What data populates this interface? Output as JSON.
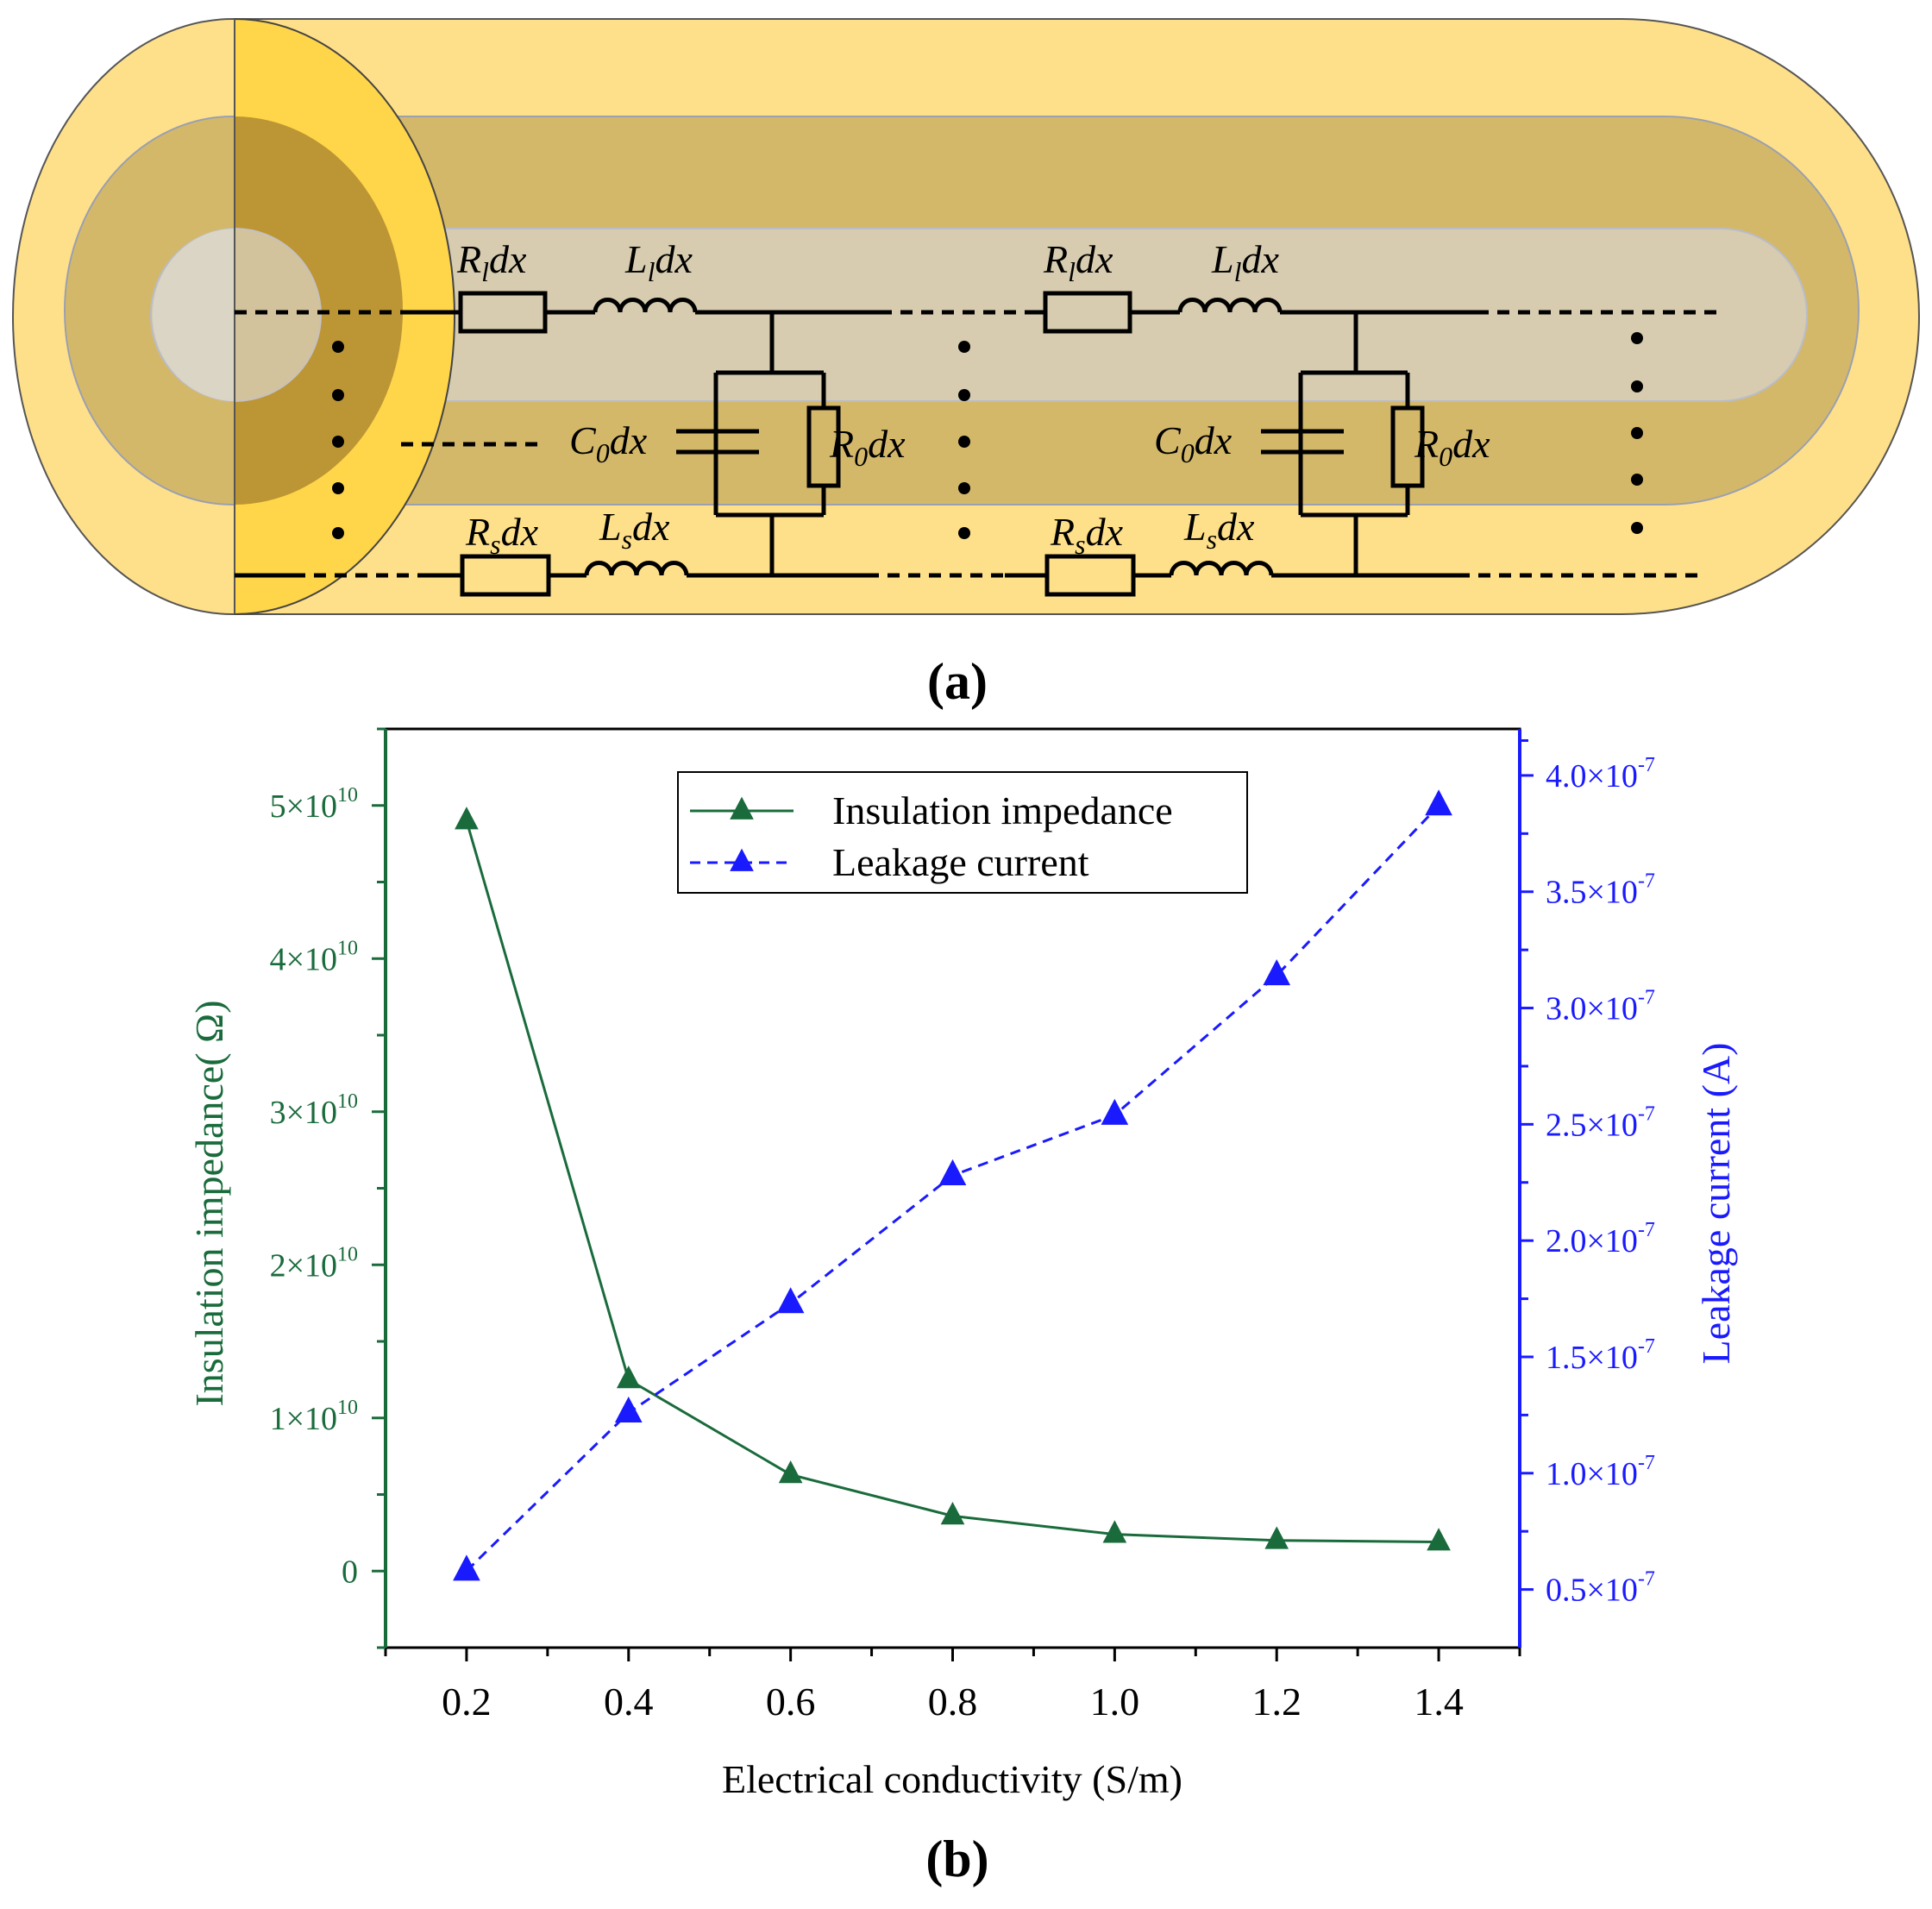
{
  "panel_a": {
    "label": "(a)",
    "components": {
      "r_l": {
        "base": "R",
        "sub": "l",
        "suffix": "dx"
      },
      "l_l": {
        "base": "L",
        "sub": "l",
        "suffix": "dx"
      },
      "c_0": {
        "base": "C",
        "sub": "0",
        "suffix": "dx"
      },
      "r_0": {
        "base": "R",
        "sub": "0",
        "suffix": "dx"
      },
      "r_s": {
        "base": "R",
        "sub": "s",
        "suffix": "dx"
      },
      "l_s": {
        "base": "L",
        "sub": "s",
        "suffix": "dx"
      }
    },
    "colors": {
      "outer_sheath": "#ffe08a",
      "insulation": "#d4b86a",
      "conductor": "#d7ccb0",
      "cut_face": "#ffd54a",
      "cut_face_mid": "#b08a30",
      "wire": "#000000"
    }
  },
  "panel_b": {
    "label": "(b)",
    "chart_data": {
      "type": "line",
      "xlabel": "Electrical conductivity (S/m)",
      "x": [
        0.2,
        0.4,
        0.6,
        0.8,
        1.0,
        1.2,
        1.4
      ],
      "xlim": [
        0.1,
        1.5
      ],
      "xticks": [
        0.2,
        0.4,
        0.6,
        0.8,
        1.0,
        1.2,
        1.4
      ],
      "xtick_labels": [
        "0.2",
        "0.4",
        "0.6",
        "0.8",
        "1.0",
        "1.2",
        "1.4"
      ],
      "left_axis": {
        "label": "Insulation impedance( Ω)",
        "color": "#1a6b3c",
        "ylim": [
          -5000000000,
          55000000000
        ],
        "ticks": [
          0,
          10000000000,
          20000000000,
          30000000000,
          40000000000,
          50000000000
        ],
        "tick_labels": [
          {
            "mant": "0",
            "exp": ""
          },
          {
            "mant": "1×10",
            "exp": "10"
          },
          {
            "mant": "2×10",
            "exp": "10"
          },
          {
            "mant": "3×10",
            "exp": "10"
          },
          {
            "mant": "4×10",
            "exp": "10"
          },
          {
            "mant": "5×10",
            "exp": "10"
          }
        ]
      },
      "right_axis": {
        "label": "Leakage current (A)",
        "color": "#1a1aff",
        "ylim": [
          2.5e-08,
          4.2e-07
        ],
        "ticks": [
          5e-08,
          1e-07,
          1.5e-07,
          2e-07,
          2.5e-07,
          3e-07,
          3.5e-07,
          4e-07
        ],
        "tick_labels": [
          {
            "mant": "0.5×10",
            "exp": "-7"
          },
          {
            "mant": "1.0×10",
            "exp": "-7"
          },
          {
            "mant": "1.5×10",
            "exp": "-7"
          },
          {
            "mant": "2.0×10",
            "exp": "-7"
          },
          {
            "mant": "2.5×10",
            "exp": "-7"
          },
          {
            "mant": "3.0×10",
            "exp": "-7"
          },
          {
            "mant": "3.5×10",
            "exp": "-7"
          },
          {
            "mant": "4.0×10",
            "exp": "-7"
          }
        ]
      },
      "series": [
        {
          "name": "Insulation impedance",
          "axis": "left",
          "color": "#1a6b3c",
          "style": "solid",
          "marker": "triangle",
          "values": [
            49000000000,
            12500000000,
            6300000000,
            3600000000,
            2400000000,
            2000000000,
            1900000000
          ]
        },
        {
          "name": "Leakage current",
          "axis": "right",
          "color": "#1a1aff",
          "style": "dashed",
          "marker": "triangle",
          "values": [
            5.8e-08,
            1.26e-07,
            1.73e-07,
            2.28e-07,
            2.54e-07,
            3.14e-07,
            3.87e-07
          ]
        }
      ],
      "legend_position": "top-center",
      "grid": false
    }
  }
}
